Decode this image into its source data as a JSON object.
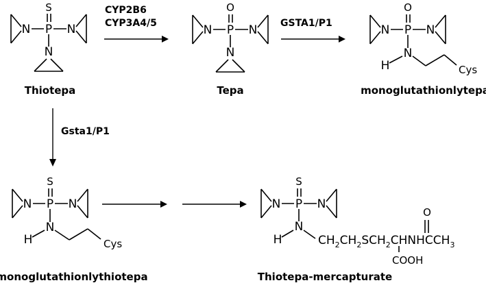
{
  "enzymes": {
    "e1": "CYP2B6",
    "e2": "CYP3A4/5",
    "e3": "GSTA1/P1",
    "e4": "Gsta1/P1"
  },
  "compounds": {
    "thiotepa": "Thiotepa",
    "tepa": "Tepa",
    "mono_tepa": "monoglutathionlytepa",
    "mono_thiotepa": "monoglutathionlythiotepa",
    "mercapturate": "Thiotepa-mercapturate"
  },
  "atoms": {
    "N": "N",
    "P": "P",
    "S": "S",
    "O": "O",
    "H": "H",
    "Cys": "Cys",
    "COOH": "COOH",
    "chain": "CH2CH2SCH2CHNHCCH3"
  }
}
